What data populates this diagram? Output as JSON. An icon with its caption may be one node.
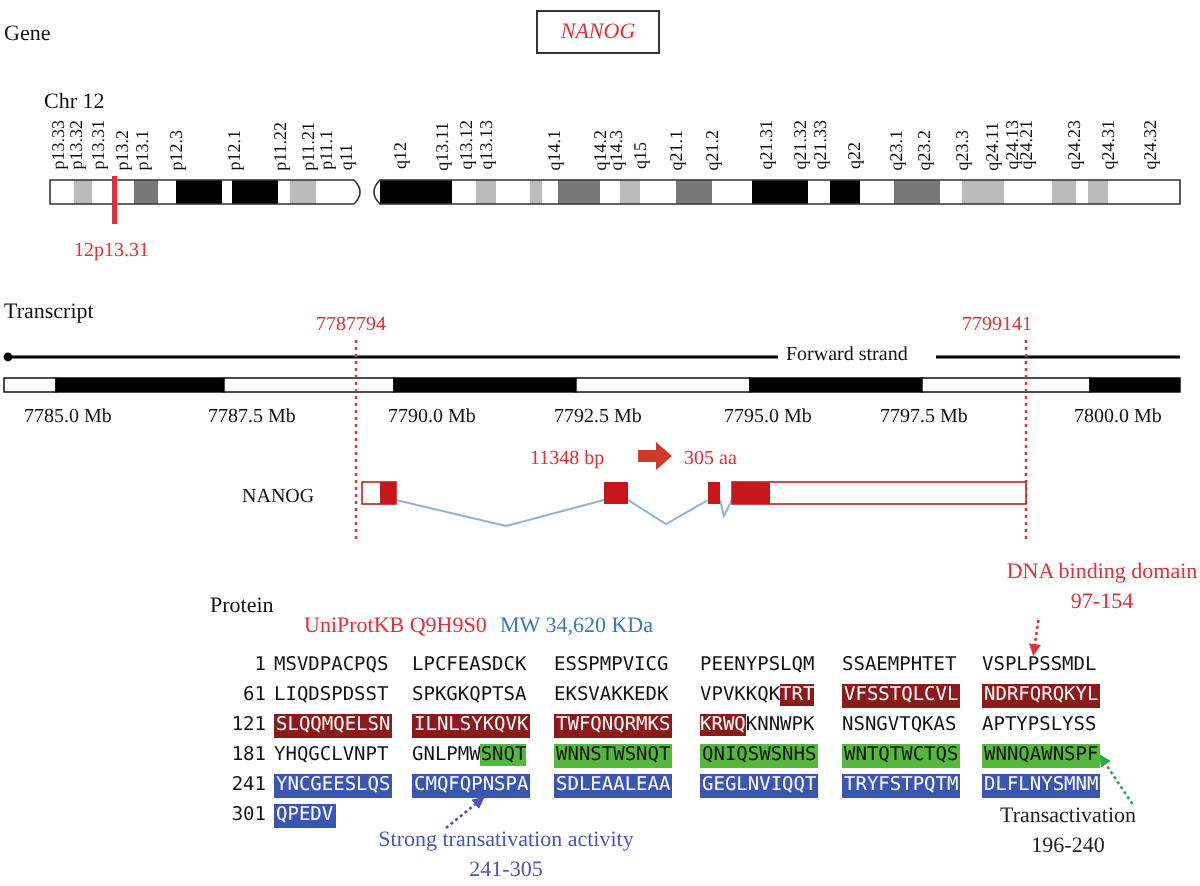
{
  "diagram": {
    "nodes": [
      {
        "text": [
          "NANOG"
        ]
      },
      {
        "text": [
          "DNA binding domain",
          "97-154"
        ]
      },
      {
        "text": [
          "VSPLPSSMDL"
        ]
      },
      {
        "text": [
          "VFSSTQLCVL"
        ]
      },
      {
        "text": [
          "NDRFQRQKYL"
        ]
      },
      {
        "text": [
          "SLQQMQELSN"
        ]
      },
      {
        "text": [
          "ILNLSYKQVK"
        ]
      },
      {
        "text": [
          "TWFQNQRMKS"
        ]
      },
      {
        "text": [
          "WNNSTWSNQT"
        ]
      },
      {
        "text": [
          "QNIQSWSNHS"
        ]
      },
      {
        "text": [
          "WNTQTWCTQS"
        ]
      },
      {
        "text": [
          "WNNQAWNSPF"
        ]
      },
      {
        "text": [
          "YNCGEESLQS"
        ]
      },
      {
        "text": [
          "CMQFQPNSPA"
        ]
      },
      {
        "text": [
          "SDLEAALEAA"
        ]
      },
      {
        "text": [
          "GEGLNVIQQT"
        ]
      },
      {
        "text": [
          "TRYFSTPQTM"
        ]
      },
      {
        "text": [
          "DLFLNYSMNM"
        ]
      },
      {
        "text": [
          "QPEDV"
        ]
      },
      {
        "text": [
          "Transactivation",
          "196-240"
        ]
      },
      {
        "text": [
          "Strong transativation activity",
          "241-305"
        ]
      }
    ],
    "edges": [
      {
        "from": 1,
        "to": 2,
        "arrow": "to",
        "style": "dashed",
        "color": "#e0303a"
      },
      {
        "from": 20,
        "to": 13,
        "arrow": "to",
        "style": "dashed",
        "color": "#4a55b5"
      },
      {
        "from": 19,
        "to": 11,
        "arrow": "to",
        "style": "dashed",
        "color": "#2aa84a"
      }
    ],
    "labels": [
      "Gene",
      "Chr 12",
      "p13.33",
      "p13.32",
      "p13.31",
      "p13.2",
      "p13.1",
      "p12.3",
      "p12.1",
      "p11.22",
      "p11.21",
      "p11.1",
      "q11",
      "q12",
      "q13.11",
      "q13.12",
      "q13.13",
      "q14.1",
      "q14.2",
      "q14.3",
      "q15",
      "q21.1",
      "q21.2",
      "q21.31",
      "q21.32",
      "q21.33",
      "q22",
      "q23.1",
      "q23.2",
      "q23.3",
      "q24.11",
      "q24.13",
      "q24.21",
      "q24.23",
      "q24.31",
      "q24.32",
      "12p13.31",
      "Transcript",
      "7787794",
      "7799141",
      "Forward strand",
      "7785.0 Mb",
      "7787.5 Mb",
      "7790.0 Mb",
      "7792.5 Mb",
      "7795.0 Mb",
      "7797.5 Mb",
      "7800.0 Mb",
      "NANOG",
      "11348 bp",
      "305 aa",
      "Protein",
      "UniProtKB Q9H9S0",
      "MW 34,620 KDa",
      "1",
      "MSVDPACPQS",
      "LPCFEASDCK",
      "ESSPMPVICG",
      "PEENYPSLQM",
      "SSAEMPHTET",
      "61",
      "LIQDSPDSST",
      "SPKGKQPTSA",
      "EKSVAKKEDK",
      "VPVKKQKTRT",
      "121",
      "KRWQKNNWPK",
      "NSNGVTQKAS",
      "APTYPSLYSS",
      "181",
      "YHQGCLVNPT",
      "GNLPMWSNQT",
      "241",
      "301"
    ]
  }
}
